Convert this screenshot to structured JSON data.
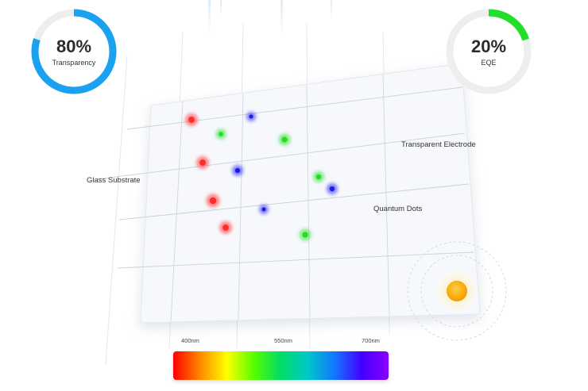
{
  "gauges": {
    "transparency": {
      "value": "80%",
      "label": "Transparency",
      "fraction": 0.8,
      "color": "#1ba1f2"
    },
    "eqe": {
      "value": "20%",
      "label": "EQE",
      "fraction": 0.2,
      "color": "#22e02a"
    }
  },
  "layers": {
    "electrode": "Transparent Electrode",
    "substrate": "Glass Substrate",
    "dots": "Quantum Dots"
  },
  "spectrum": {
    "labels": {
      "nm400": "400nm",
      "nm550": "550nm",
      "nm700": "700nm"
    },
    "colors": [
      "#ff0000",
      "#ff8800",
      "#ffff00",
      "#55ff00",
      "#00dd66",
      "#00c8c8",
      "#1177ff",
      "#4400ff",
      "#8800ff"
    ]
  },
  "quantum_dots": [
    {
      "color": "red"
    },
    {
      "color": "blue"
    },
    {
      "color": "green"
    },
    {
      "color": "green"
    },
    {
      "color": "red"
    },
    {
      "color": "blue"
    },
    {
      "color": "green"
    },
    {
      "color": "blue"
    },
    {
      "color": "red"
    },
    {
      "color": "blue"
    },
    {
      "color": "red"
    },
    {
      "color": "green"
    }
  ],
  "palette": {
    "red": "#ff2a2a",
    "green": "#22dd22",
    "blue": "#1a1aee",
    "sun": "#ffaa00"
  }
}
